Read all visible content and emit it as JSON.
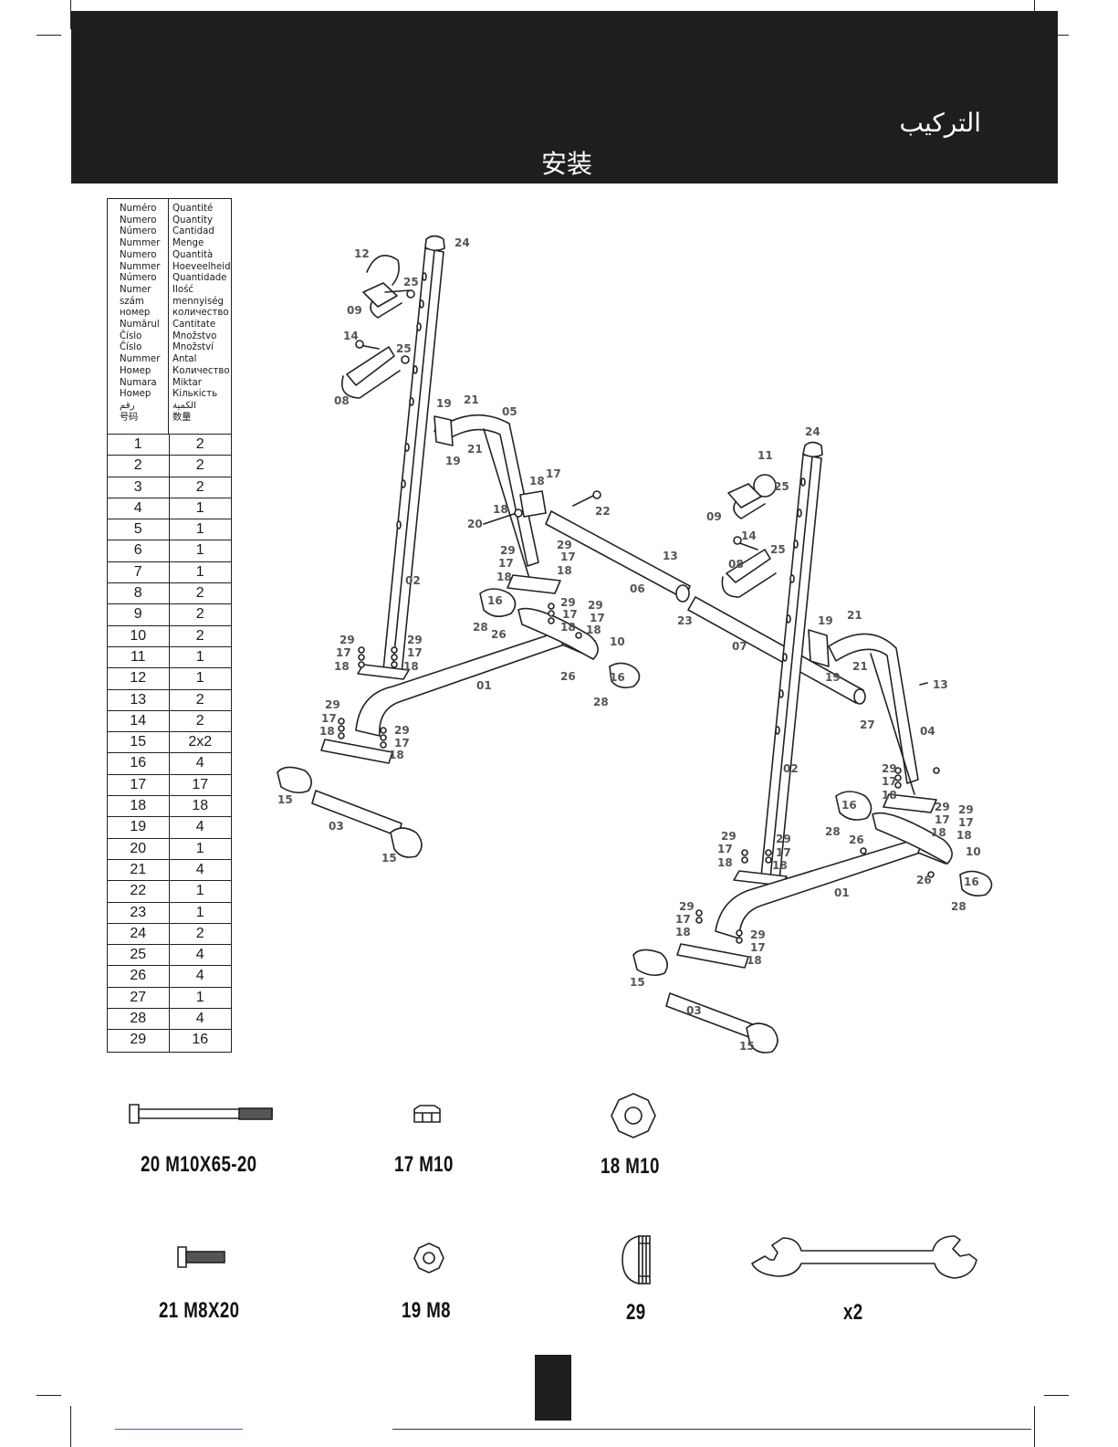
{
  "header": {
    "title_ar": "التركيب",
    "title_zh": "安装"
  },
  "table": {
    "number_words": [
      "Numéro",
      "Numero",
      "Número",
      "Nummer",
      "Numero",
      "Nummer",
      "Número",
      "Numer",
      "szám",
      "номер",
      "Numărul",
      "Číslo",
      "Číslo",
      "Nummer",
      "Номер",
      "Numara",
      "Номер",
      "رقم",
      "号码"
    ],
    "quantity_words": [
      "Quantité",
      "Quantity",
      "Cantidad",
      "Menge",
      "Quantità",
      "Hoeveelheid",
      "Quantidade",
      "Ilość",
      "mennyiség",
      "количество",
      "Cantitate",
      "Množstvo",
      "Množství",
      "Antal",
      "Количество",
      "Miktar",
      "Кількість",
      "الكمية",
      "数量"
    ],
    "rows": [
      [
        "1",
        "2"
      ],
      [
        "2",
        "2"
      ],
      [
        "3",
        "2"
      ],
      [
        "4",
        "1"
      ],
      [
        "5",
        "1"
      ],
      [
        "6",
        "1"
      ],
      [
        "7",
        "1"
      ],
      [
        "8",
        "2"
      ],
      [
        "9",
        "2"
      ],
      [
        "10",
        "2"
      ],
      [
        "11",
        "1"
      ],
      [
        "12",
        "1"
      ],
      [
        "13",
        "2"
      ],
      [
        "14",
        "2"
      ],
      [
        "15",
        "2x2"
      ],
      [
        "16",
        "4"
      ],
      [
        "17",
        "17"
      ],
      [
        "18",
        "18"
      ],
      [
        "19",
        "4"
      ],
      [
        "20",
        "1"
      ],
      [
        "21",
        "4"
      ],
      [
        "22",
        "1"
      ],
      [
        "23",
        "1"
      ],
      [
        "24",
        "2"
      ],
      [
        "25",
        "4"
      ],
      [
        "26",
        "4"
      ],
      [
        "27",
        "1"
      ],
      [
        "28",
        "4"
      ],
      [
        "29",
        "16"
      ]
    ]
  },
  "callouts": {
    "c24a": "24",
    "c12": "12",
    "c25a": "25",
    "c09a": "09",
    "c14a": "14",
    "c25b": "25",
    "c08a": "08",
    "c19a": "19",
    "c21a": "21",
    "c05": "05",
    "c21b": "21",
    "c19b": "19",
    "c18a": "18",
    "c17a": "17",
    "c22": "22",
    "c18b": "18",
    "c20": "20",
    "c29a": "29",
    "c17b": "17",
    "c18c": "18",
    "c29b": "29",
    "c17c": "17",
    "c18d": "18",
    "c13a": "13",
    "c06": "06",
    "c02a": "02",
    "c16a": "16",
    "c28a": "28",
    "c26a": "26",
    "c29c": "29",
    "c17d": "17",
    "c18e": "18",
    "c29d": "29",
    "c17e": "17",
    "c18f": "18",
    "c23": "23",
    "c10a": "10",
    "c29e": "29",
    "c17f": "17",
    "c18g": "18",
    "c29f": "29",
    "c17g": "17",
    "c18h": "18",
    "c01a": "01",
    "c26b": "26",
    "c16b": "16",
    "c28b": "28",
    "c29g": "29",
    "c17h": "17",
    "c18i": "18",
    "c29h": "29",
    "c17i": "17",
    "c18j": "18",
    "c15a": "15",
    "c03a": "03",
    "c15b": "15",
    "c24b": "24",
    "c11": "11",
    "c25c": "25",
    "c09b": "09",
    "c14b": "14",
    "c08b": "08",
    "c25d": "25",
    "c07": "07",
    "c19c": "19",
    "c21c": "21",
    "c21d": "21",
    "c19d": "19",
    "c13b": "13",
    "c27": "27",
    "c04": "04",
    "c02b": "02",
    "c29i": "29",
    "c17j": "17",
    "c18k": "18",
    "c16c": "16",
    "c28c": "28",
    "c26c": "26",
    "c29j": "29",
    "c17k": "17",
    "c18l": "18",
    "c29k": "29",
    "c17l": "17",
    "c18m": "18",
    "c10b": "10",
    "c29l": "29",
    "c17m": "17",
    "c18n": "18",
    "c26d": "26",
    "c16d": "16",
    "c28d": "28",
    "c01b": "01",
    "c29m": "29",
    "c17n": "17",
    "c18o": "18",
    "c29n": "29",
    "c17o": "17",
    "c18p": "18",
    "c15c": "15",
    "c03b": "03",
    "c15d": "15"
  },
  "hardware": {
    "bolt": "20  M10X65-20",
    "nut": "17   M10",
    "washer_large": "18   M10",
    "screw": "21   M8X20",
    "washer_small": "19   M8",
    "cap": "29",
    "wrench": "x2"
  }
}
